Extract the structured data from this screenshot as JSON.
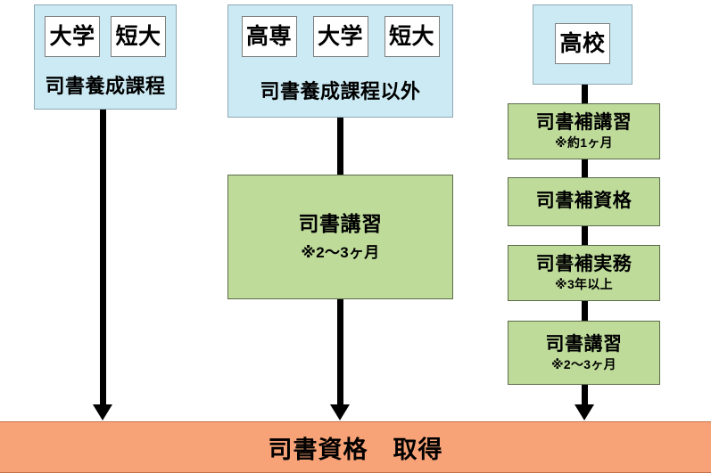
{
  "diagram": {
    "title_text": "司書資格　取得",
    "colors": {
      "blue_panel": "#cceaf4",
      "blue_panel_border": "#8ea8b4",
      "green_box": "#bedb9a",
      "green_box_border": "#5c6b4b",
      "result_bar": "#f8a377",
      "result_bar_border": "#c4714a",
      "connector": "#000000",
      "chip_fill": "#ffffff",
      "chip_border": "#7f7f7f"
    },
    "columns": [
      {
        "id": "column-1",
        "panel": {
          "caption": "司書養成課程",
          "chips": [
            {
              "label": "大学"
            },
            {
              "label": "短大"
            }
          ]
        },
        "steps": []
      },
      {
        "id": "column-2",
        "panel": {
          "caption": "司書養成課程以外",
          "chips": [
            {
              "label": "高専"
            },
            {
              "label": "大学"
            },
            {
              "label": "短大"
            }
          ]
        },
        "steps": [
          {
            "title": "司書講習",
            "note": "※2〜3ヶ月"
          }
        ]
      },
      {
        "id": "column-3",
        "panel": {
          "caption": "",
          "chips": [
            {
              "label": "高校"
            }
          ]
        },
        "steps": [
          {
            "title": "司書補講習",
            "note": "※約1ヶ月"
          },
          {
            "title": "司書補資格",
            "note": ""
          },
          {
            "title": "司書補実務",
            "note": "※3年以上"
          },
          {
            "title": "司書講習",
            "note": "※2〜3ヶ月"
          }
        ]
      }
    ]
  }
}
